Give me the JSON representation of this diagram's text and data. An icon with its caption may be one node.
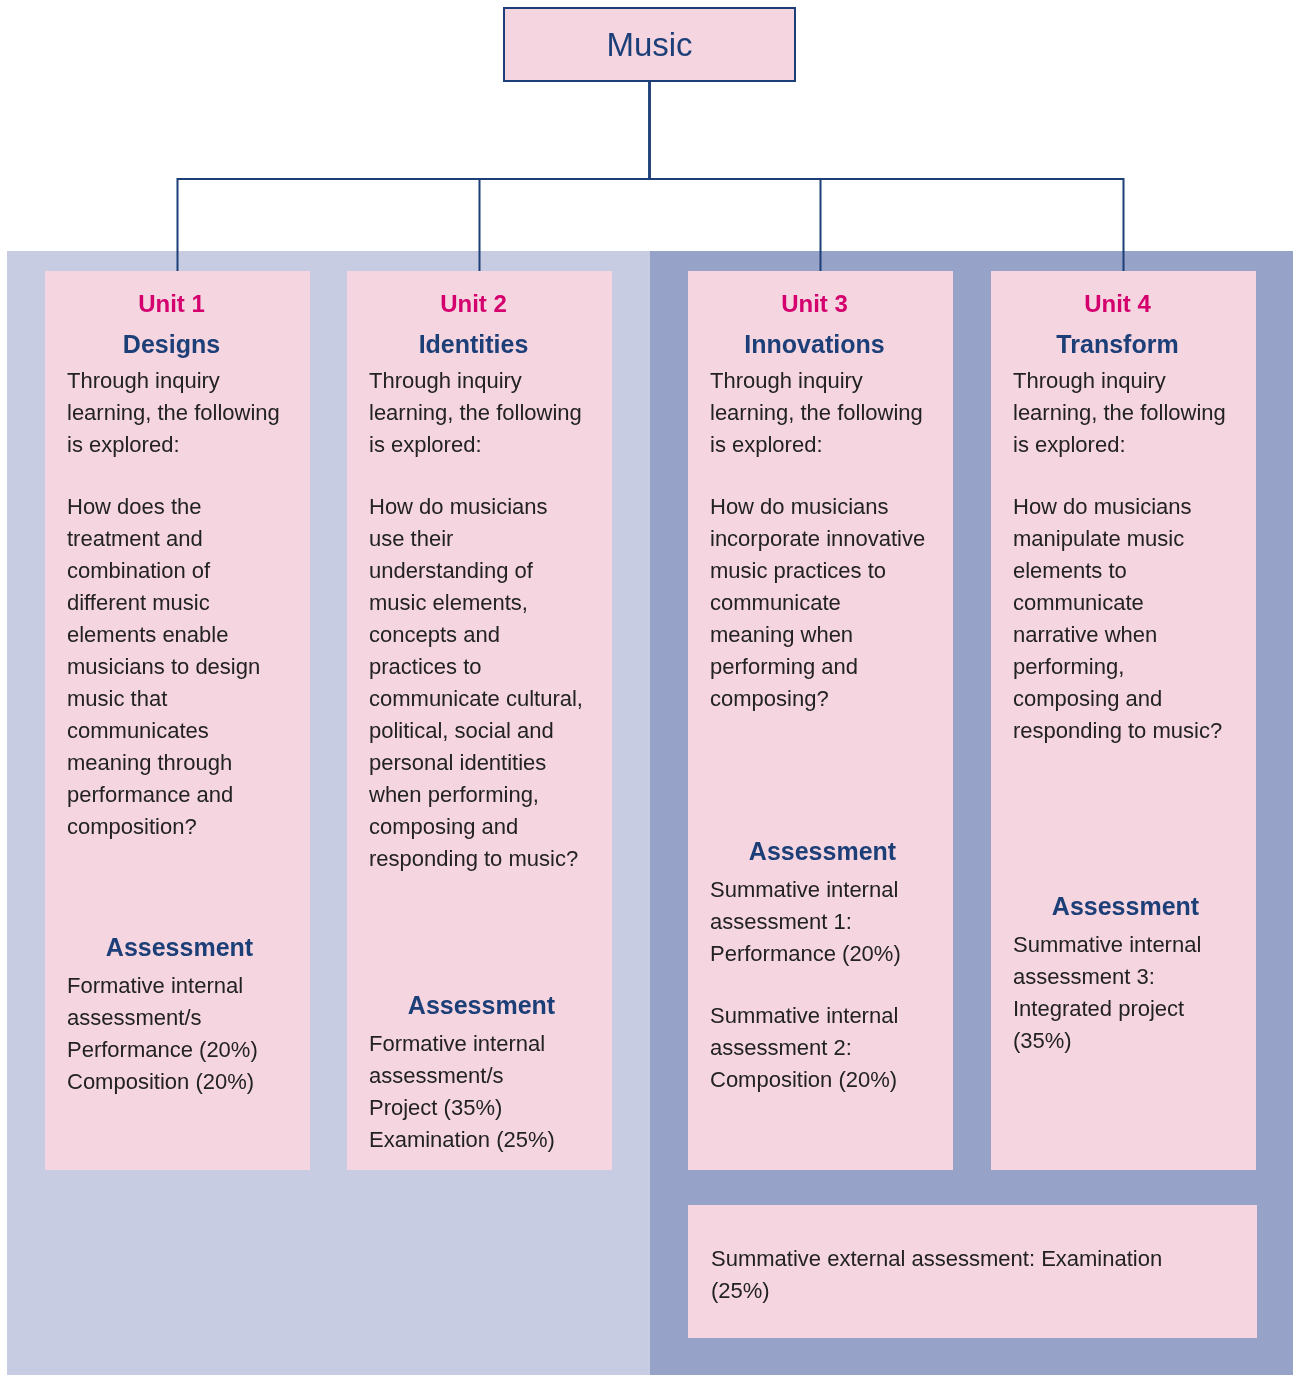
{
  "diagram": {
    "nodes": [
      {
        "text": [
          "Music"
        ]
      },
      {
        "text": [],
        "shape": "box"
      },
      {
        "text": [
          "Unit 1",
          "Designs",
          "Through inquiry learning, the following is explored:",
          "How does the treatment and combination of different music elements enable musicians to design music that communicates meaning through performance and composition?",
          "Assessment",
          "Formative internal assessment/s",
          "Performance (20%)",
          "Composition (20%)"
        ],
        "in": 1
      },
      {
        "text": [
          "Unit 2",
          "Identities",
          "Through inquiry learning, the following is explored:",
          "How do musicians use their understanding of music elements, concepts and practices to communicate cultural, political, social and personal identities when performing, composing and responding to music?",
          "Assessment",
          "Formative internal assessment/s",
          "Project (35%)",
          "Examination (25%)"
        ],
        "in": 1
      },
      {
        "text": [],
        "shape": "box"
      },
      {
        "text": [
          "Unit 3",
          "Innovations",
          "Through inquiry learning, the following is explored:",
          "How do musicians incorporate innovative music practices to communicate meaning when performing and composing?",
          "Assessment",
          "Summative internal assessment 1:",
          "Performance (20%)",
          "Summative internal assessment 2:",
          "Composition (20%)"
        ],
        "in": 4
      },
      {
        "text": [
          "Unit 4",
          "Transform",
          "Through inquiry learning, the following is explored:",
          "How do musicians manipulate music elements to communicate narrative when performing, composing and responding to music?",
          "Assessment",
          "Summative internal assessment 3:",
          "Integrated project (35%)"
        ],
        "in": 4
      },
      {
        "text": [
          "Summative external assessment: Examination (25%)"
        ],
        "in": 4
      }
    ],
    "edges": [
      {
        "from": 0,
        "to": 2,
        "arrow": "none"
      },
      {
        "from": 0,
        "to": 3,
        "arrow": "none"
      },
      {
        "from": 0,
        "to": 5,
        "arrow": "none"
      },
      {
        "from": 0,
        "to": 6,
        "arrow": "none"
      }
    ]
  }
}
